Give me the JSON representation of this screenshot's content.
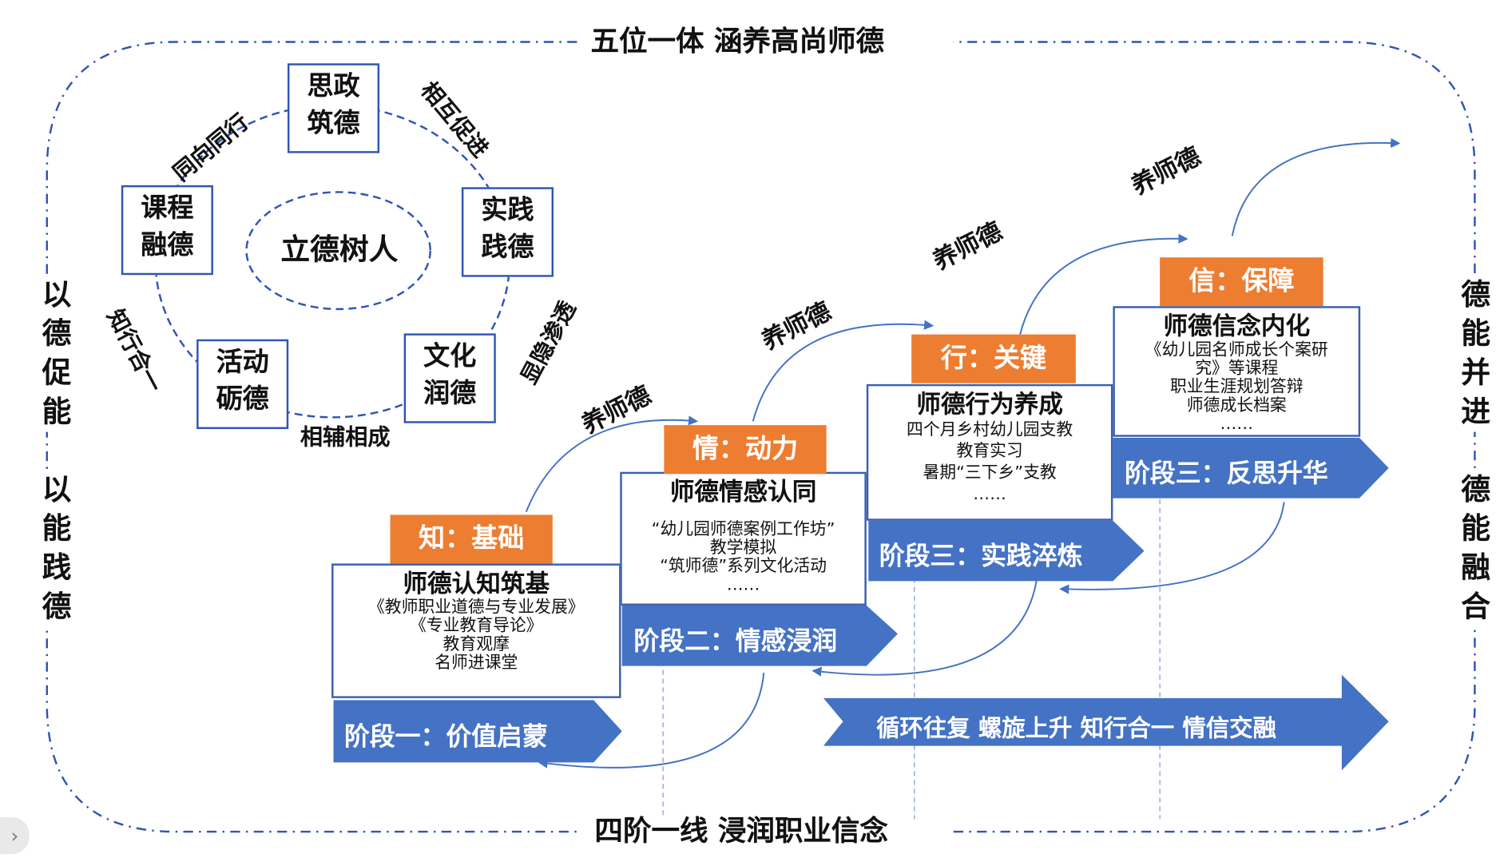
{
  "top_title": "五位一体  涵养高尚师德",
  "bottom_title": "四阶一线  浸润职业信念",
  "left_side": {
    "top": "以德促能",
    "bottom": "以能践德"
  },
  "right_side": {
    "top": "德能并进",
    "bottom": "德能融合"
  },
  "wheel": {
    "center": "立德树人",
    "nodes": {
      "top": "思政\n筑德",
      "left": "课程\n融德",
      "right": "实践\n践德",
      "bottom_left": "活动\n砺德",
      "bottom_right": "文化\n润德"
    },
    "links": {
      "top_left": "同向同行",
      "top_right": "相互促进",
      "left": "知行合一",
      "right": "显隐渗透",
      "bottom": "相辅相成"
    }
  },
  "nurture_label": "养师德",
  "stages": [
    {
      "tag": "知：基础",
      "title": "师德认知筑基",
      "lines": [
        "《教师职业道德与专业发展》",
        "《专业教育导论》",
        "教育观摩",
        "名师进课堂"
      ],
      "arrow": "阶段一：价值启蒙"
    },
    {
      "tag": "情：动力",
      "title": "师德情感认同",
      "lines": [
        "“幼儿园师德案例工作坊”",
        "教学模拟",
        "“筑师德”系列文化活动",
        "……"
      ],
      "arrow": "阶段二：情感浸润"
    },
    {
      "tag": "行：关键",
      "title": "师德行为养成",
      "lines": [
        "四个月乡村幼儿园支教",
        "教育实习",
        "暑期“三下乡”支教",
        "……"
      ],
      "arrow": "阶段三：实践淬炼"
    },
    {
      "tag": "信：保障",
      "title": "师德信念内化",
      "lines": [
        "《幼儿园名师成长个案研",
        "究》等课程",
        "职业生涯规划答辩",
        "师德成长档案",
        "……"
      ],
      "arrow": "阶段三：反思升华"
    }
  ],
  "big_arrow": "循环往复  螺旋上升  知行合一  情信交融",
  "expand_icon": "›",
  "colors": {
    "blue": "#4472c4",
    "orange": "#ed7d31",
    "border": "#2f55b4",
    "dashed": "#2f55b4"
  }
}
